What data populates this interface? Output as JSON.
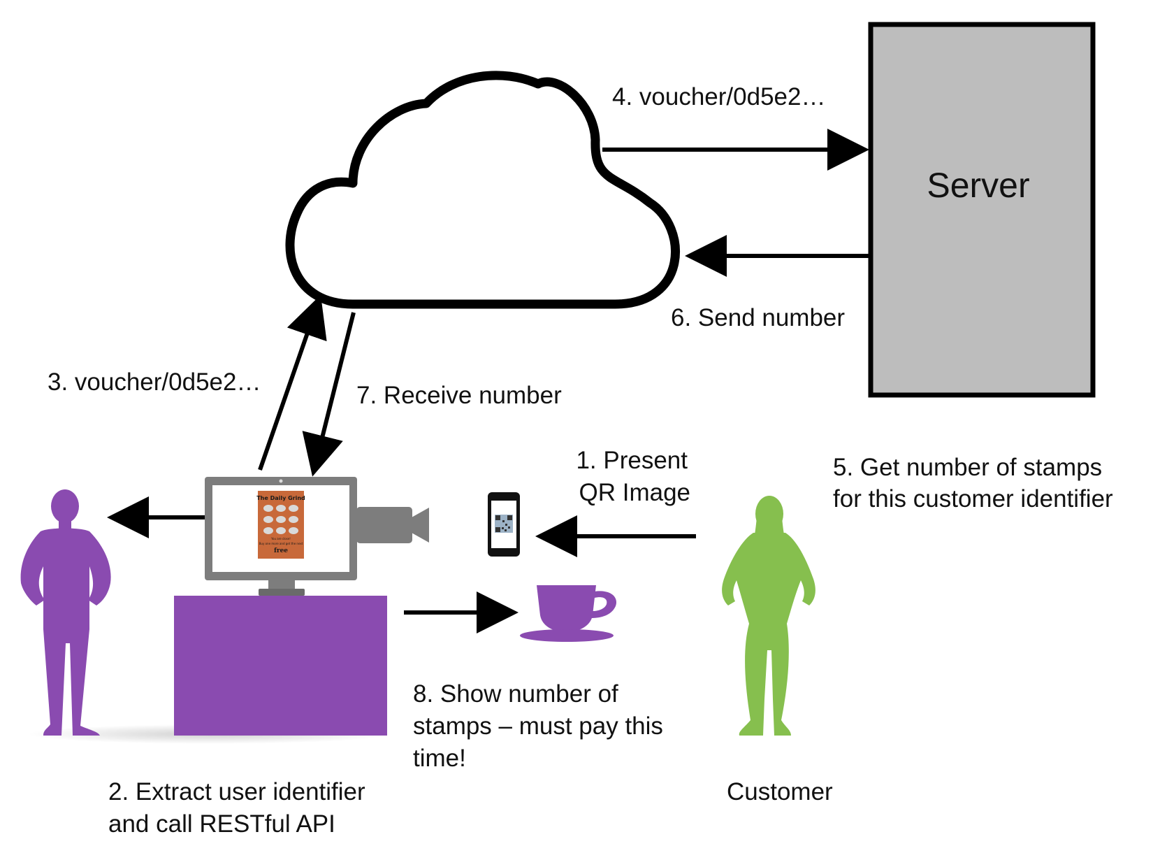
{
  "server": {
    "label": "Server"
  },
  "steps": {
    "s1": [
      "1. Present",
      "QR Image"
    ],
    "s2": [
      "2. Extract user identifier",
      "and call RESTful API"
    ],
    "s3": "3. voucher/0d5e2…",
    "s4": "4. voucher/0d5e2…",
    "s5": [
      "5. Get number of stamps",
      "for this customer identifier"
    ],
    "s6": "6. Send number",
    "s7": "7. Receive number",
    "s8": [
      "8. Show number of",
      "stamps – must pay this",
      "time!"
    ]
  },
  "customer": {
    "label": "Customer"
  },
  "poster": {
    "title": "The Daily Grind",
    "line1": "You are close!",
    "line2": "Buy one more and get the next",
    "free": "free"
  },
  "colors": {
    "purple": "#8a4bb0",
    "green": "#86bf4e",
    "server_fill": "#bdbdbd",
    "monitor_gray": "#7d7d7d",
    "poster_orange": "#c8693a",
    "arrow": "#000000"
  },
  "icons": {
    "cloud": "cloud-icon",
    "server": "server-box",
    "barista": "person-silhouette-icon",
    "customer": "person-silhouette-icon",
    "monitor": "monitor-icon",
    "camera": "video-camera-icon",
    "phone": "smartphone-icon",
    "cup": "coffee-cup-icon",
    "counter": "counter-block"
  }
}
